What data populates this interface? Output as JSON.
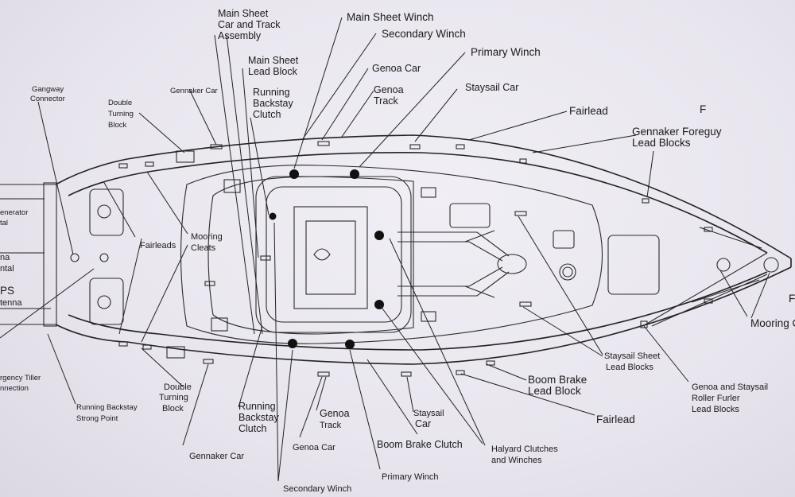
{
  "labels": {
    "main_sheet_car": [
      "Main Sheet",
      "Car and Track",
      "Assembly"
    ],
    "main_sheet_winch": "Main Sheet Winch",
    "secondary_winch_top": "Secondary Winch",
    "primary_winch_top": "Primary Winch",
    "main_sheet_lead_block": [
      "Main Sheet",
      "Lead Block"
    ],
    "genoa_car_top": "Genoa Car",
    "genoa_track_top": [
      "Genoa",
      "Track"
    ],
    "staysail_car_top": "Staysail Car",
    "running_backstay_clutch_top": [
      "Running",
      "Backstay",
      "Clutch"
    ],
    "gennaker_car_top": "Gennaker Car",
    "double_turning_block_top": [
      "Double",
      "Turning",
      "Block"
    ],
    "gangway_connector": [
      "Gangway",
      "Connector"
    ],
    "generator_partial": [
      "enerator",
      "tal"
    ],
    "antenna_partial": [
      "na",
      "ntal"
    ],
    "gps_partial": [
      "PS",
      "tenna"
    ],
    "emergency_tiller_partial": [
      "rgency Tiller",
      "nnection"
    ],
    "fairlead_top": "Fairlead",
    "gennaker_foreguy": [
      "Gennaker Foreguy",
      "Lead Blocks"
    ],
    "fairleads_mid": "Fairleads",
    "mooring_cleats_mid": [
      "Mooring",
      "Cleats"
    ],
    "mooring_right_partial": "Mooring C",
    "right_edge_f_1": "F",
    "right_edge_f_2": "F",
    "staysail_sheet_lead": [
      "Staysail Sheet",
      "Lead Blocks"
    ],
    "boom_brake_lead": [
      "Boom Brake",
      "Lead Block"
    ],
    "genoa_staysail_furler": [
      "Genoa and Staysail",
      "Roller Furler",
      "Lead Blocks"
    ],
    "fairlead_bottom": "Fairlead",
    "running_backstay_strong": [
      "Running Backstay",
      "Strong Point"
    ],
    "double_turning_block_bottom": [
      "Double",
      "Turning",
      "Block"
    ],
    "gennaker_car_bottom": "Gennaker Car",
    "running_backstay_clutch_bottom": [
      "Running",
      "Backstay",
      "Clutch"
    ],
    "genoa_track_bottom": [
      "Genoa",
      "Track"
    ],
    "genoa_car_bottom": "Genoa Car",
    "staysail_car_bottom": [
      "Staysail",
      "Car"
    ],
    "boom_brake_clutch": "Boom Brake Clutch",
    "halyard_clutches": [
      "Halyard Clutches",
      "and Winches"
    ],
    "primary_winch_bottom": "Primary Winch",
    "secondary_winch_bottom": "Secondary Winch"
  }
}
